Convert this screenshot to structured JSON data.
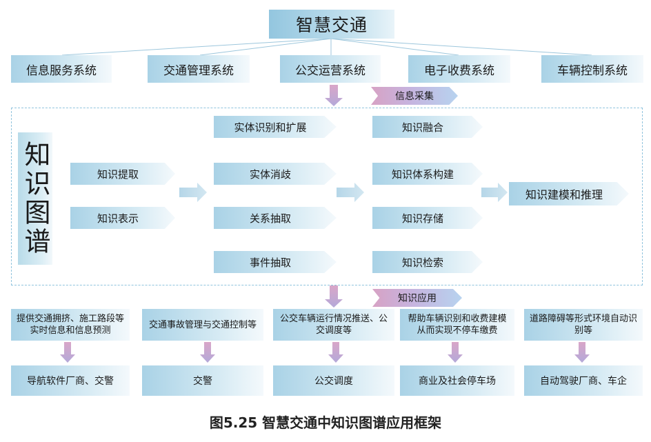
{
  "title": "智慧交通",
  "systems": [
    "信息服务系统",
    "交通管理系统",
    "公交运营系统",
    "电子收费系统",
    "车辆控制系统"
  ],
  "tags": {
    "collect": "信息采集",
    "apply": "知识应用"
  },
  "kg_label": "知识图谱",
  "col1": [
    "知识提取",
    "知识表示"
  ],
  "col2": [
    "实体识别和扩展",
    "实体消歧",
    "关系抽取",
    "事件抽取"
  ],
  "col3": [
    "知识融合",
    "知识体系构建",
    "知识存储",
    "知识检索"
  ],
  "final": "知识建模和推理",
  "applications": [
    "提供交通拥挤、施工路段等实时信息和信息预测",
    "交通事故管理与交通控制等",
    "公交车辆运行情况推送、公交调度等",
    "帮助车辆识别和收费建模从而实现不停车缴费",
    "道路障碍等形式环境自动识别等"
  ],
  "audiences": [
    "导航软件厂商、交警",
    "交警",
    "公交调度",
    "商业及社会停车场",
    "自动驾驶厂商、车企"
  ],
  "caption": "图5.25 智慧交通中知识图谱应用框架",
  "colors": {
    "box": "#a9d2e6",
    "dashed": "#8fc3dd",
    "arrow": "#bfd9ea",
    "tag_start": "#d7a2c4",
    "tag_end": "#b7d3ef"
  }
}
